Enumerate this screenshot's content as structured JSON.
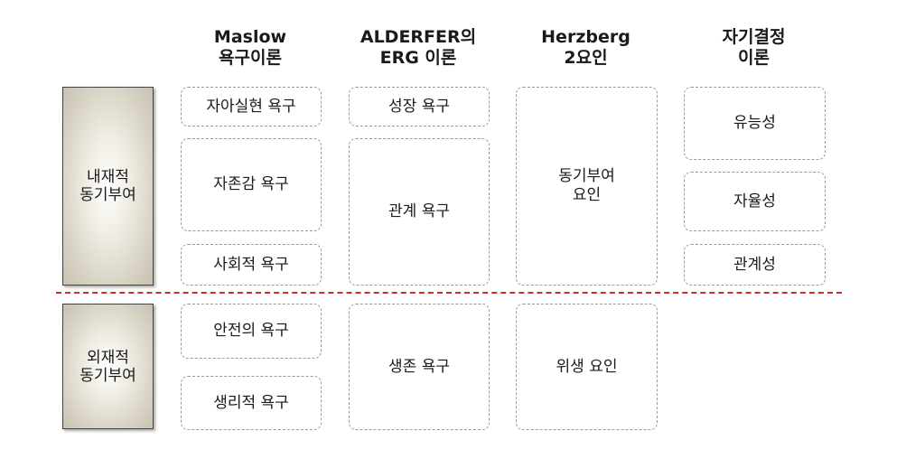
{
  "headers": {
    "maslow": [
      "Maslow",
      "욕구이론"
    ],
    "erg": [
      "ALDERFER의",
      "ERG 이론"
    ],
    "herzberg": [
      "Herzberg",
      "2요인"
    ],
    "sdt": [
      "자기결정",
      "이론"
    ]
  },
  "sides": {
    "intrinsic": [
      "내재적",
      "동기부여"
    ],
    "extrinsic": [
      "외재적",
      "동기부여"
    ]
  },
  "maslow": {
    "self_actualization": "자아실현 욕구",
    "esteem": "자존감 욕구",
    "social": "사회적 욕구",
    "safety": "안전의 욕구",
    "physiological": "생리적 욕구"
  },
  "erg": {
    "growth": "성장 욕구",
    "relatedness": "관계 욕구",
    "existence": "생존 욕구"
  },
  "herzberg": {
    "motivator": [
      "동기부여",
      "요인"
    ],
    "hygiene": "위생 요인"
  },
  "sdt": {
    "competence": "유능성",
    "autonomy": "자율성",
    "relatedness": "관계성"
  },
  "colors": {
    "divider": "#d12b2b",
    "box_border": "#9a9a9a",
    "side_fill": "#d6d1c2"
  }
}
